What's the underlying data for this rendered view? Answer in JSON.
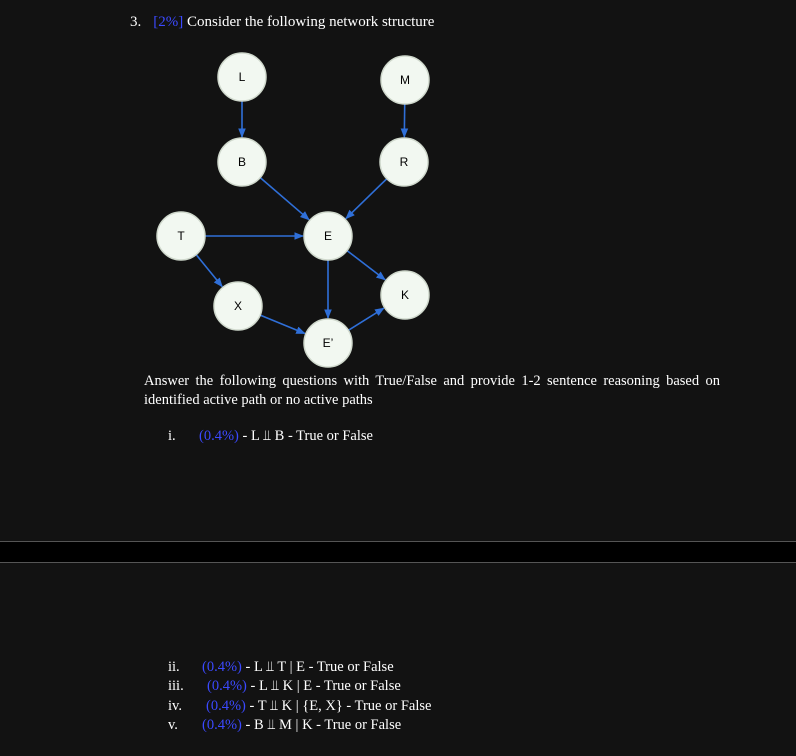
{
  "question": {
    "number": "3.",
    "weight": "[2%]",
    "prompt": "Consider the following network structure"
  },
  "network": {
    "nodes": [
      {
        "id": "L",
        "label": "L"
      },
      {
        "id": "M",
        "label": "M"
      },
      {
        "id": "B",
        "label": "B"
      },
      {
        "id": "R",
        "label": "R"
      },
      {
        "id": "T",
        "label": "T"
      },
      {
        "id": "E",
        "label": "E"
      },
      {
        "id": "K",
        "label": "K"
      },
      {
        "id": "X",
        "label": "X"
      },
      {
        "id": "Ep",
        "label": "E’"
      }
    ],
    "edges": [
      [
        "L",
        "B"
      ],
      [
        "M",
        "R"
      ],
      [
        "B",
        "E"
      ],
      [
        "R",
        "E"
      ],
      [
        "T",
        "E"
      ],
      [
        "T",
        "X"
      ],
      [
        "E",
        "K"
      ],
      [
        "E",
        "Ep"
      ],
      [
        "X",
        "Ep"
      ],
      [
        "Ep",
        "K"
      ]
    ],
    "edge_color": "#2f6fd8"
  },
  "instructions": "Answer the following questions with True/False and provide 1-2 sentence reasoning based on identified active path or no active paths",
  "items": [
    {
      "num": "i.",
      "weight": "(0.4%)",
      "text": " - L ⫫ B - True or False"
    },
    {
      "num": "ii.",
      "weight": "(0.4%)",
      "text": " - L ⫫ T | E - True or False"
    },
    {
      "num": "iii.",
      "weight": "(0.4%)",
      "text": " - L ⫫ K | E - True or False"
    },
    {
      "num": "iv.",
      "weight": "(0.4%)",
      "text": " - T ⫫ K | {E, X} - True or False"
    },
    {
      "num": "v.",
      "weight": "(0.4%)",
      "text": " - B ⫫ M | K - True or False"
    }
  ],
  "colors": {
    "accent": "#3b49ff",
    "background": "#121212"
  }
}
